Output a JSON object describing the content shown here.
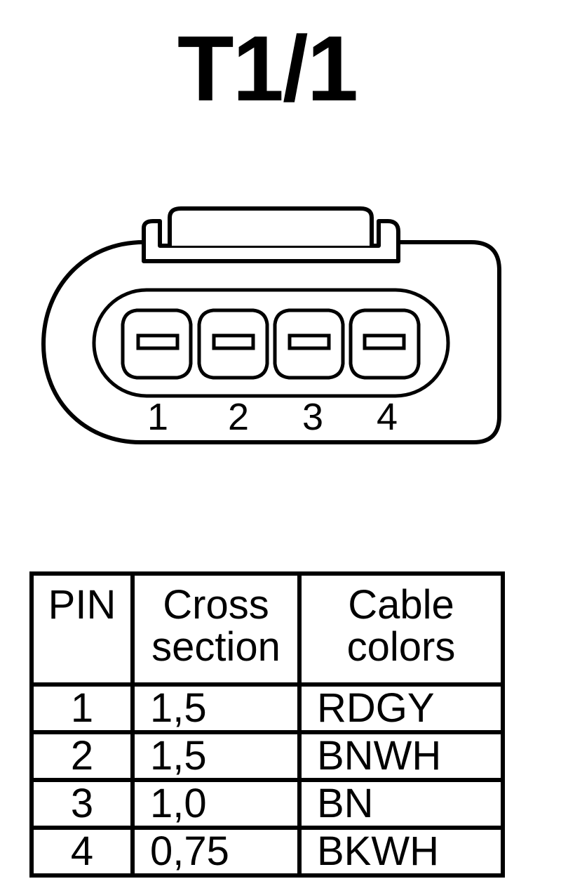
{
  "title": "T1/1",
  "connector": {
    "pins": [
      "1",
      "2",
      "3",
      "4"
    ]
  },
  "table": {
    "headers": {
      "pin": "PIN",
      "cross_section": [
        "Cross",
        "section"
      ],
      "cable_colors": [
        "Cable",
        "colors"
      ]
    },
    "rows": [
      {
        "pin": "1",
        "cross_section": "1,5",
        "color": "RDGY"
      },
      {
        "pin": "2",
        "cross_section": "1,5",
        "color": "BNWH"
      },
      {
        "pin": "3",
        "cross_section": "1,0",
        "color": "BN"
      },
      {
        "pin": "4",
        "cross_section": "0,75",
        "color": "BKWH"
      }
    ]
  }
}
